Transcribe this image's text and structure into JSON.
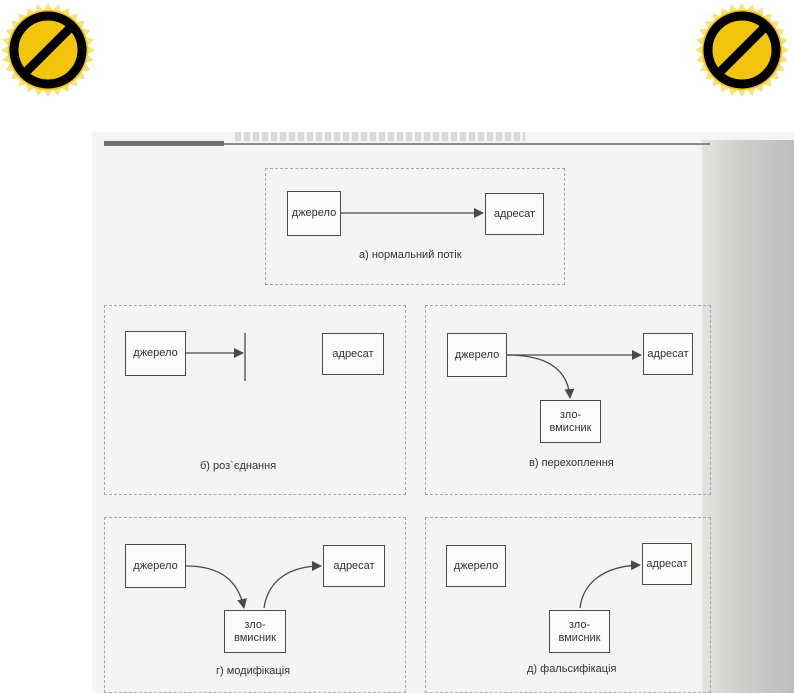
{
  "colors": {
    "badge_fill": "#f2c40c",
    "badge_ring": "#f5e37a",
    "badge_symbol": "#000000",
    "line": "#4a4a4a"
  },
  "badges": {
    "left_icon": "prohibited-icon",
    "right_icon": "prohibited-icon"
  },
  "panels": {
    "normal": {
      "source": "джерело",
      "destination": "адресат",
      "caption": "а) нормальний потік"
    },
    "interrupt": {
      "source": "джерело",
      "destination": "адресат",
      "caption": "б) роз`єднання"
    },
    "intercept": {
      "source": "джерело",
      "destination": "адресат",
      "attacker_line1": "зло-",
      "attacker_line2": "вмисник",
      "caption": "в) перехоплення"
    },
    "modify": {
      "source": "джерело",
      "destination": "адресат",
      "attacker_line1": "зло-",
      "attacker_line2": "вмисник",
      "caption": "г) модифікація"
    },
    "fabricate": {
      "source": "джерело",
      "destination": "адресат",
      "attacker_line1": "зло-",
      "attacker_line2": "вмисник",
      "caption": "д) фальсифікація"
    }
  }
}
